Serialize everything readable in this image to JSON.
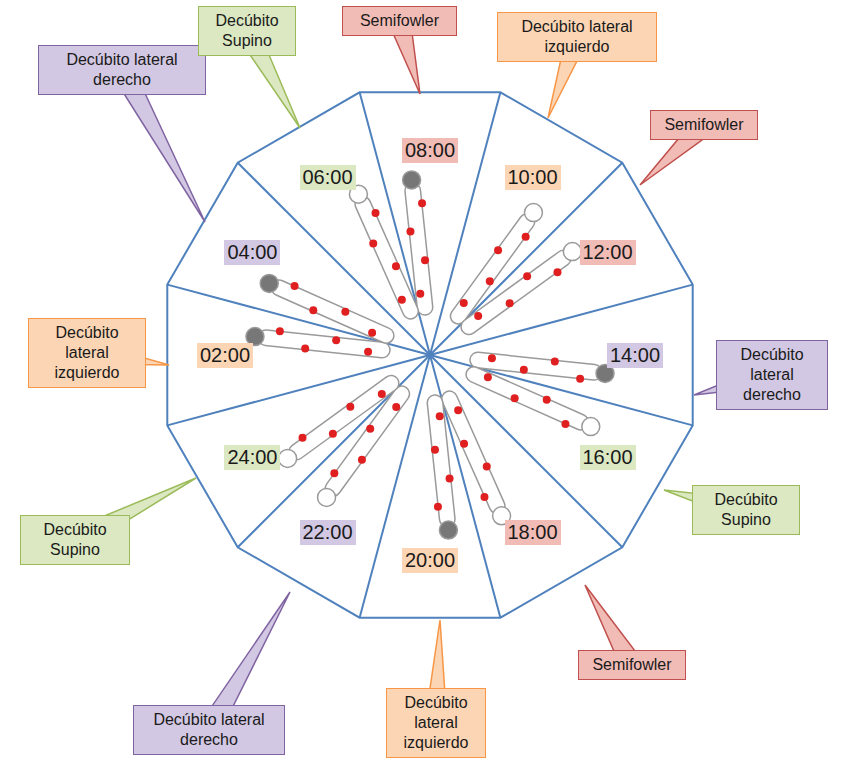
{
  "diagram": {
    "nodes": [
      {
        "text": [
          "Semifowler"
        ]
      },
      {
        "text": [
          "Decúbito lateral izquierdo"
        ]
      },
      {
        "text": [
          "Semifowler"
        ]
      },
      {
        "text": [
          "Decúbito lateral derecho"
        ]
      },
      {
        "text": [
          "Decúbito Supino"
        ]
      },
      {
        "text": [
          "Semifowler"
        ]
      },
      {
        "text": [
          "Decúbito lateral izquierdo"
        ]
      },
      {
        "text": [
          "Decúbito lateral derecho"
        ]
      },
      {
        "text": [
          "Decúbito Supino"
        ]
      },
      {
        "text": [
          "Decúbito lateral izquierdo"
        ]
      },
      {
        "text": [
          "Decúbito lateral derecho"
        ]
      },
      {
        "text": [
          "Decúbito Supino"
        ]
      }
    ],
    "labels": [
      "08:00",
      "10:00",
      "12:00",
      "14:00",
      "16:00",
      "18:00",
      "20:00",
      "22:00",
      "24:00",
      "02:00",
      "04:00",
      "06:00"
    ]
  }
}
